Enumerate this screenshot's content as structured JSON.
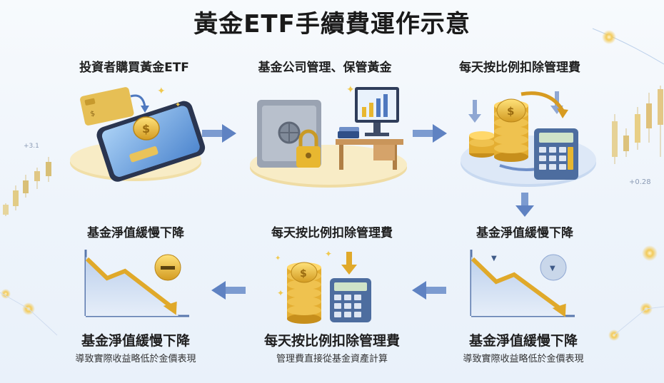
{
  "title": "黃金ETF手續費運作示意",
  "steps": {
    "s1": {
      "label": "投資者購買黃金ETF"
    },
    "s2": {
      "label": "基金公司管理、保管黃金"
    },
    "s3": {
      "label": "每天按比例扣除管理費"
    },
    "s4": {
      "label": "基金淨值緩慢下降"
    },
    "s5": {
      "label": "每天按比例扣除管理費"
    },
    "s6": {
      "label": "基金淨值緩慢下降"
    },
    "b1": {
      "label": "基金淨值緩慢下降",
      "sub": "導致實際收益略低於金價表現"
    },
    "b2": {
      "label": "每天按比例扣除管理費",
      "sub": "管理費直接從基金資產計算"
    },
    "b3": {
      "label": "基金淨值緩慢下降",
      "sub": "導致實際收益略低於金價表現"
    }
  },
  "deco": {
    "left_value": "+3.1",
    "right_value": "+0.28",
    "phone_card_text": "$"
  },
  "colors": {
    "gold": "#e8b730",
    "gold_dark": "#b9861a",
    "blue_arrow": "#6f8fc8",
    "navy": "#2f4f88"
  }
}
